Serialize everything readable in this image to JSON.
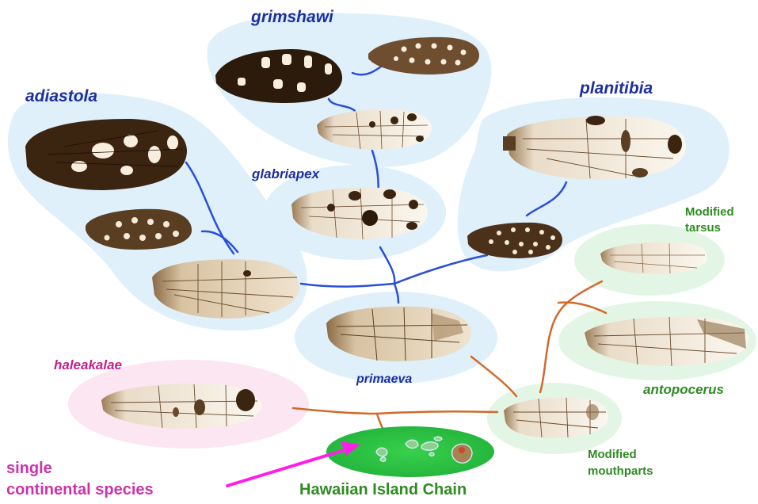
{
  "title": "",
  "colors": {
    "blue_line": "#2b4fd8",
    "orange_line": "#d06a2a",
    "blue_bubble": "#dff0fb",
    "green_bubble": "#e3f6e5",
    "pink_bubble": "#fbe6f2",
    "island_fill": "#2ec243",
    "arrow": "#ff1ee8",
    "blue_text": "#1e2f9e",
    "green_text": "#2e8b22",
    "magenta_text": "#c21f8f"
  },
  "groups": {
    "grimshawi": "grimshawi",
    "adiastola": "adiastola",
    "planitibia": "planitibia",
    "glabriapex": "glabriapex",
    "primaeva": "primaeva",
    "haleakalae": "haleakalae",
    "antopocerus": "antopocerus"
  },
  "notes": {
    "modified_tarsus_line1": "Modified",
    "modified_tarsus_line2": "tarsus",
    "modified_mouthparts_line1": "Modified",
    "modified_mouthparts_line2": "mouthparts"
  },
  "bottom": {
    "single_line1": "single",
    "single_line2": "continental species",
    "island_chain": "Hawaiian Island Chain"
  },
  "wing_icon": "fly-wing-icon",
  "island_icon": "island-icon"
}
